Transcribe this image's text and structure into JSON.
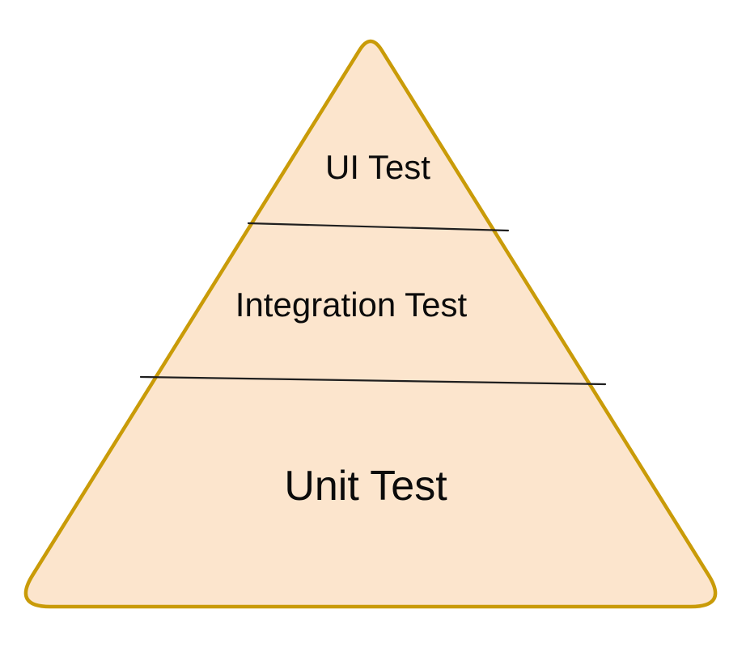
{
  "diagram": {
    "type": "pyramid",
    "levels": [
      {
        "label": "UI Test"
      },
      {
        "label": "Integration Test"
      },
      {
        "label": "Unit Test"
      }
    ],
    "colors": {
      "fill": "#FCE5CD",
      "border": "#C99B08",
      "divider": "#1F1F1F",
      "text": "#0B0B0B",
      "page_background": "#FFFFFF"
    }
  }
}
